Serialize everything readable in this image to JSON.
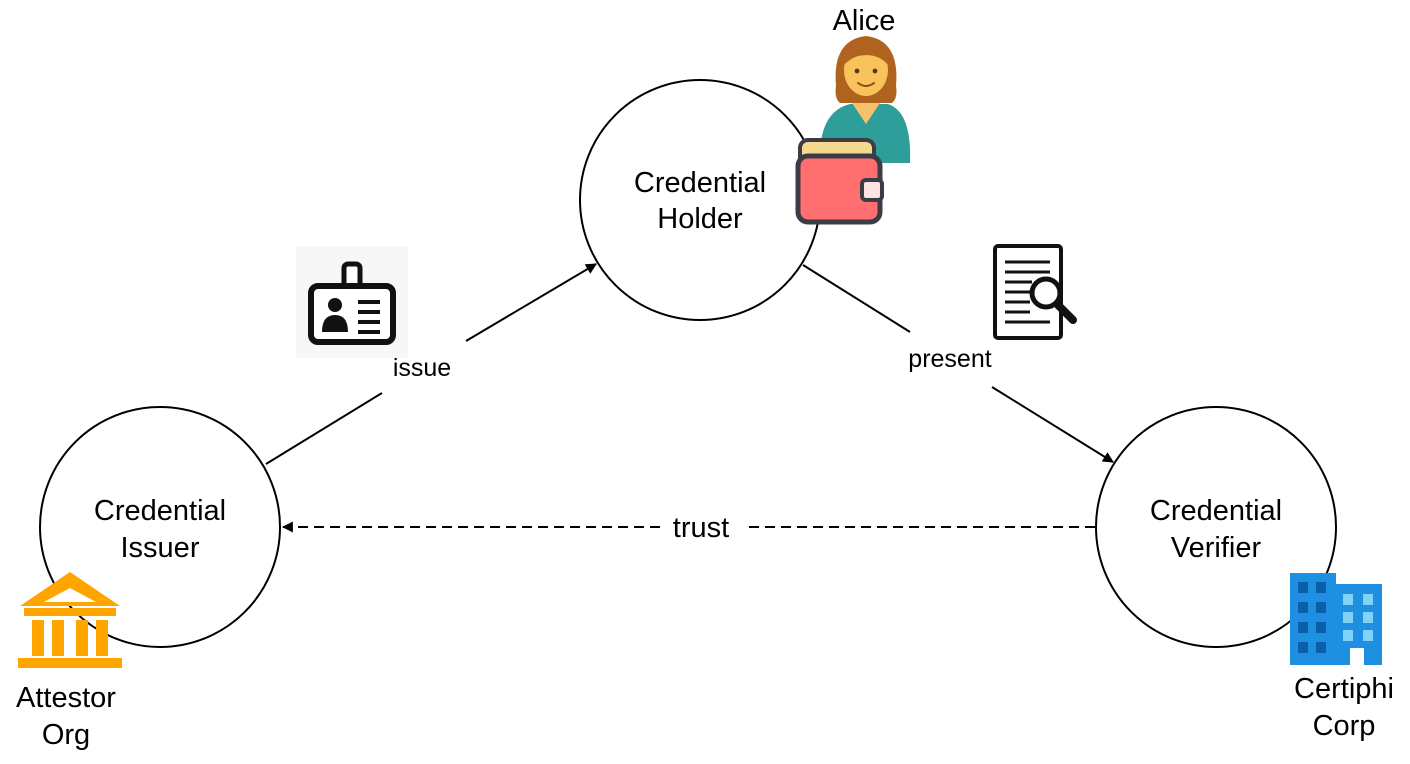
{
  "nodes": {
    "holder": {
      "line1": "Credential",
      "line2": "Holder"
    },
    "issuer": {
      "line1": "Credential",
      "line2": "Issuer"
    },
    "verifier": {
      "line1": "Credential",
      "line2": "Verifier"
    }
  },
  "edges": {
    "issue": "issue",
    "present": "present",
    "trust": "trust"
  },
  "actors": {
    "holder": {
      "name": "Alice"
    },
    "issuer": {
      "line1": "Attestor",
      "line2": "Org"
    },
    "verifier": {
      "line1": "Certiphi",
      "line2": "Corp"
    }
  },
  "icons": {
    "alice": "woman-avatar-icon",
    "wallet": "wallet-icon",
    "id_badge": "id-badge-icon",
    "document_search": "document-search-icon",
    "institution": "institution-building-icon",
    "office": "office-building-icon"
  },
  "colors": {
    "wallet": "#FF6F6F",
    "institution": "#FFA500",
    "office": "#1E8FE1",
    "avatar_shirt": "#2E9E9A",
    "avatar_hair": "#B0621F"
  }
}
